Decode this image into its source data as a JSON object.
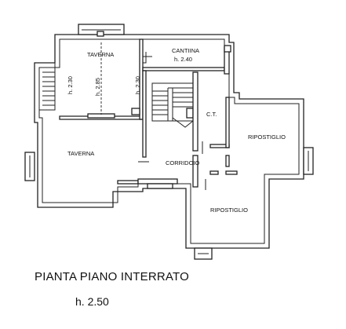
{
  "rooms": {
    "taverna_top": "TAVERNA",
    "cantina": "CANTIINA",
    "cantina_height": "h. 2.40",
    "taverna_h1": "h. 2.30",
    "taverna_h2": "h. 2.85",
    "taverna_h3": "h. 2.30",
    "ct": "C.T.",
    "ripostiglio_right": "RIPOSTIGLIO",
    "taverna_left": "TAVERNA",
    "corridoio": "CORRIDOIO",
    "ripostiglio_bottom": "RIPOSTIGLIO"
  },
  "caption": {
    "title": "PIANTA PIANO INTERRATO",
    "height": "h. 2.50"
  }
}
